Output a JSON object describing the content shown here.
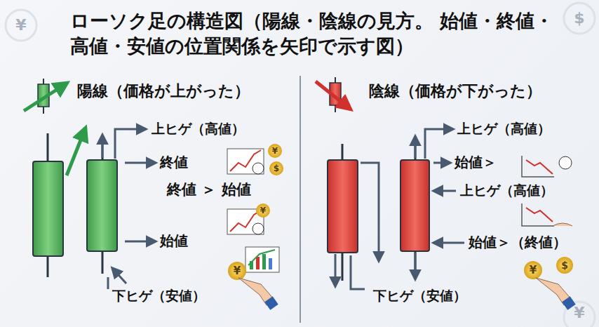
{
  "diagram": {
    "title": "ローソク足の構造図（陽線・陰線の見方。 始値・終値・高値・安値の位置関係を矢印で示す図）",
    "labels": [
      "陽線（価格が上がった）",
      "上ヒゲ（高値）",
      "終値",
      "終値 ＞ 始値",
      "始値",
      "下ヒゲ（安値）",
      "陰線（価格が下がった）",
      "上ヒゲ（高値）",
      "始値＞",
      "上ヒゲ（高値）",
      "始値＞（終値）",
      "下ヒゲ（安値）",
      "¥",
      "$",
      "¥",
      "¥",
      "¥",
      "$",
      "¥",
      "$",
      "¥"
    ]
  }
}
